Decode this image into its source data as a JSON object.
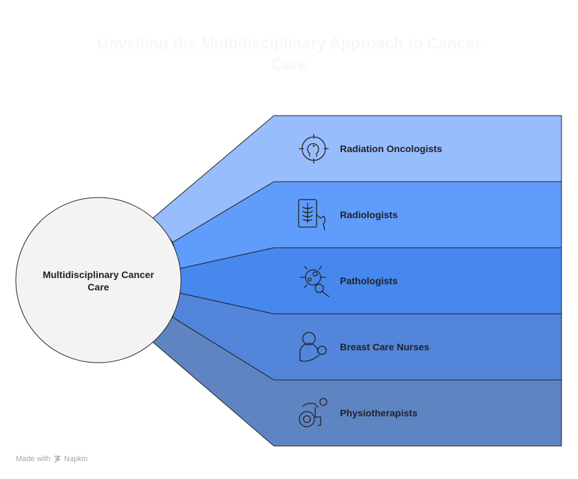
{
  "title": "Unveiling the Multidisciplinary Approach to Cancer Care",
  "center": {
    "label_line1": "Multidisciplinary Cancer",
    "label_line2": "Care"
  },
  "branches": [
    {
      "label": "Radiation Oncologists",
      "icon": "head-target-icon",
      "color": "#98bdfd"
    },
    {
      "label": "Radiologists",
      "icon": "xray-hand-icon",
      "color": "#5f9cfb"
    },
    {
      "label": "Pathologists",
      "icon": "cells-magnifier-icon",
      "color": "#4788ee"
    },
    {
      "label": "Breast Care Nurses",
      "icon": "mother-child-icon",
      "color": "#5385db"
    },
    {
      "label": "Physiotherapists",
      "icon": "wheelchair-exercise-icon",
      "color": "#5e84c2"
    }
  ],
  "footer": {
    "made_with": "Made with",
    "brand": "Napkin"
  }
}
